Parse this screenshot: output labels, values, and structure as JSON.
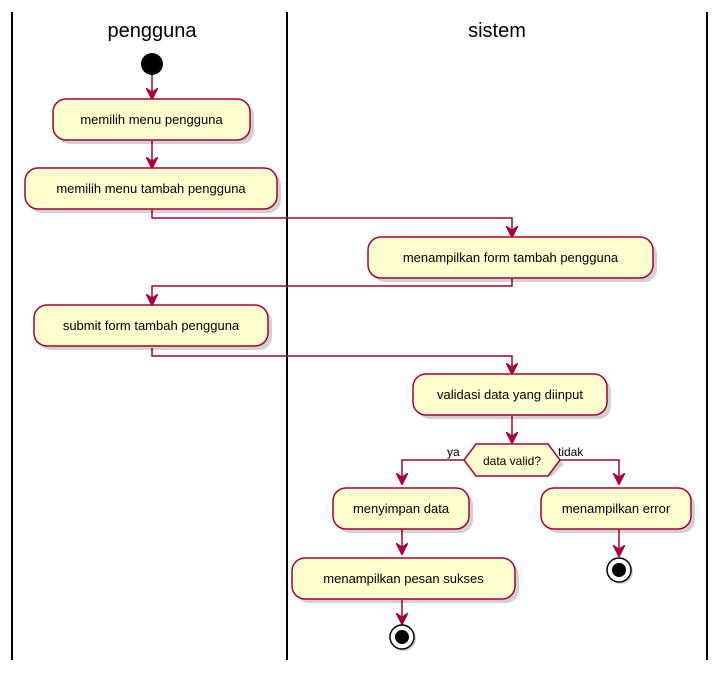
{
  "lanes": [
    {
      "title": "pengguna"
    },
    {
      "title": "sistem"
    }
  ],
  "activities": {
    "pilih_menu": "memilih menu pengguna",
    "pilih_tambah": "memilih menu tambah pengguna",
    "tampil_form": "menampilkan form tambah pengguna",
    "submit_form": "submit form tambah pengguna",
    "validasi": "validasi data yang diinput",
    "simpan": "menyimpan data",
    "tampil_sukses": "menampilkan pesan sukses",
    "tampil_error": "menampilkan error"
  },
  "decision": {
    "label": "data valid?",
    "yes": "ya",
    "no": "tidak"
  },
  "colors": {
    "activity_fill": "#FEFECE",
    "activity_border": "#A80036",
    "flow_line": "#A80036",
    "lane_line": "#000000"
  }
}
